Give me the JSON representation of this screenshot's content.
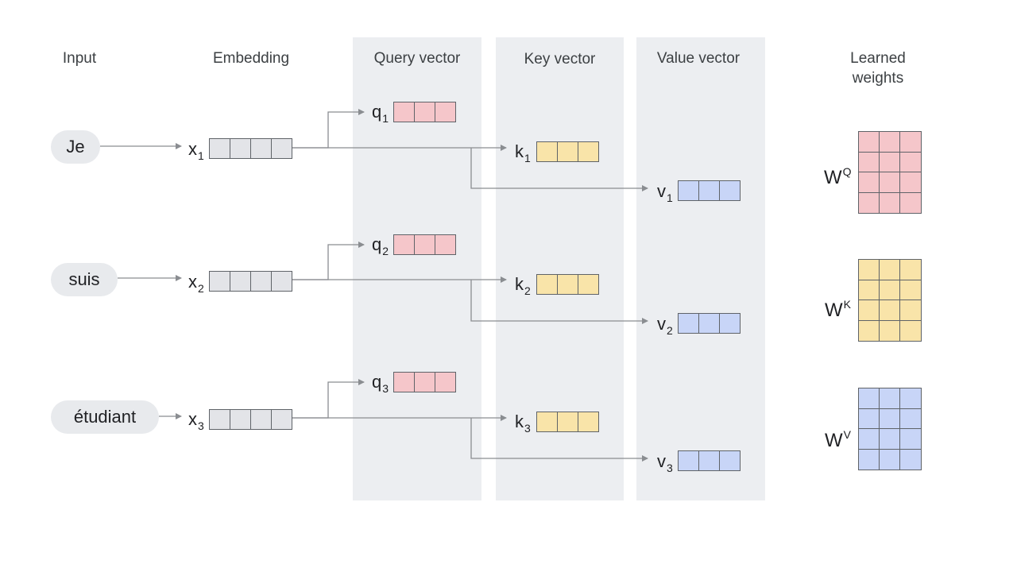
{
  "headers": {
    "input": "Input",
    "embedding": "Embedding",
    "query": "Query vector",
    "key": "Key vector",
    "value": "Value vector",
    "weights": "Learned weights"
  },
  "rows": [
    {
      "word": "Je",
      "x": "x",
      "q": "q",
      "k": "k",
      "v": "v",
      "idx": "1"
    },
    {
      "word": "suis",
      "x": "x",
      "q": "q",
      "k": "k",
      "v": "v",
      "idx": "2"
    },
    {
      "word": "étudiant",
      "x": "x",
      "q": "q",
      "k": "k",
      "v": "v",
      "idx": "3"
    }
  ],
  "weights": [
    {
      "base": "W",
      "sup": "Q"
    },
    {
      "base": "W",
      "sup": "K"
    },
    {
      "base": "W",
      "sup": "V"
    }
  ],
  "colors": {
    "query": "#f5c6ca",
    "key": "#f9e4a9",
    "value": "#c8d5f7",
    "embedding": "#e3e4e8",
    "column_bg": "#eceef1",
    "wire": "#8a8d91"
  }
}
